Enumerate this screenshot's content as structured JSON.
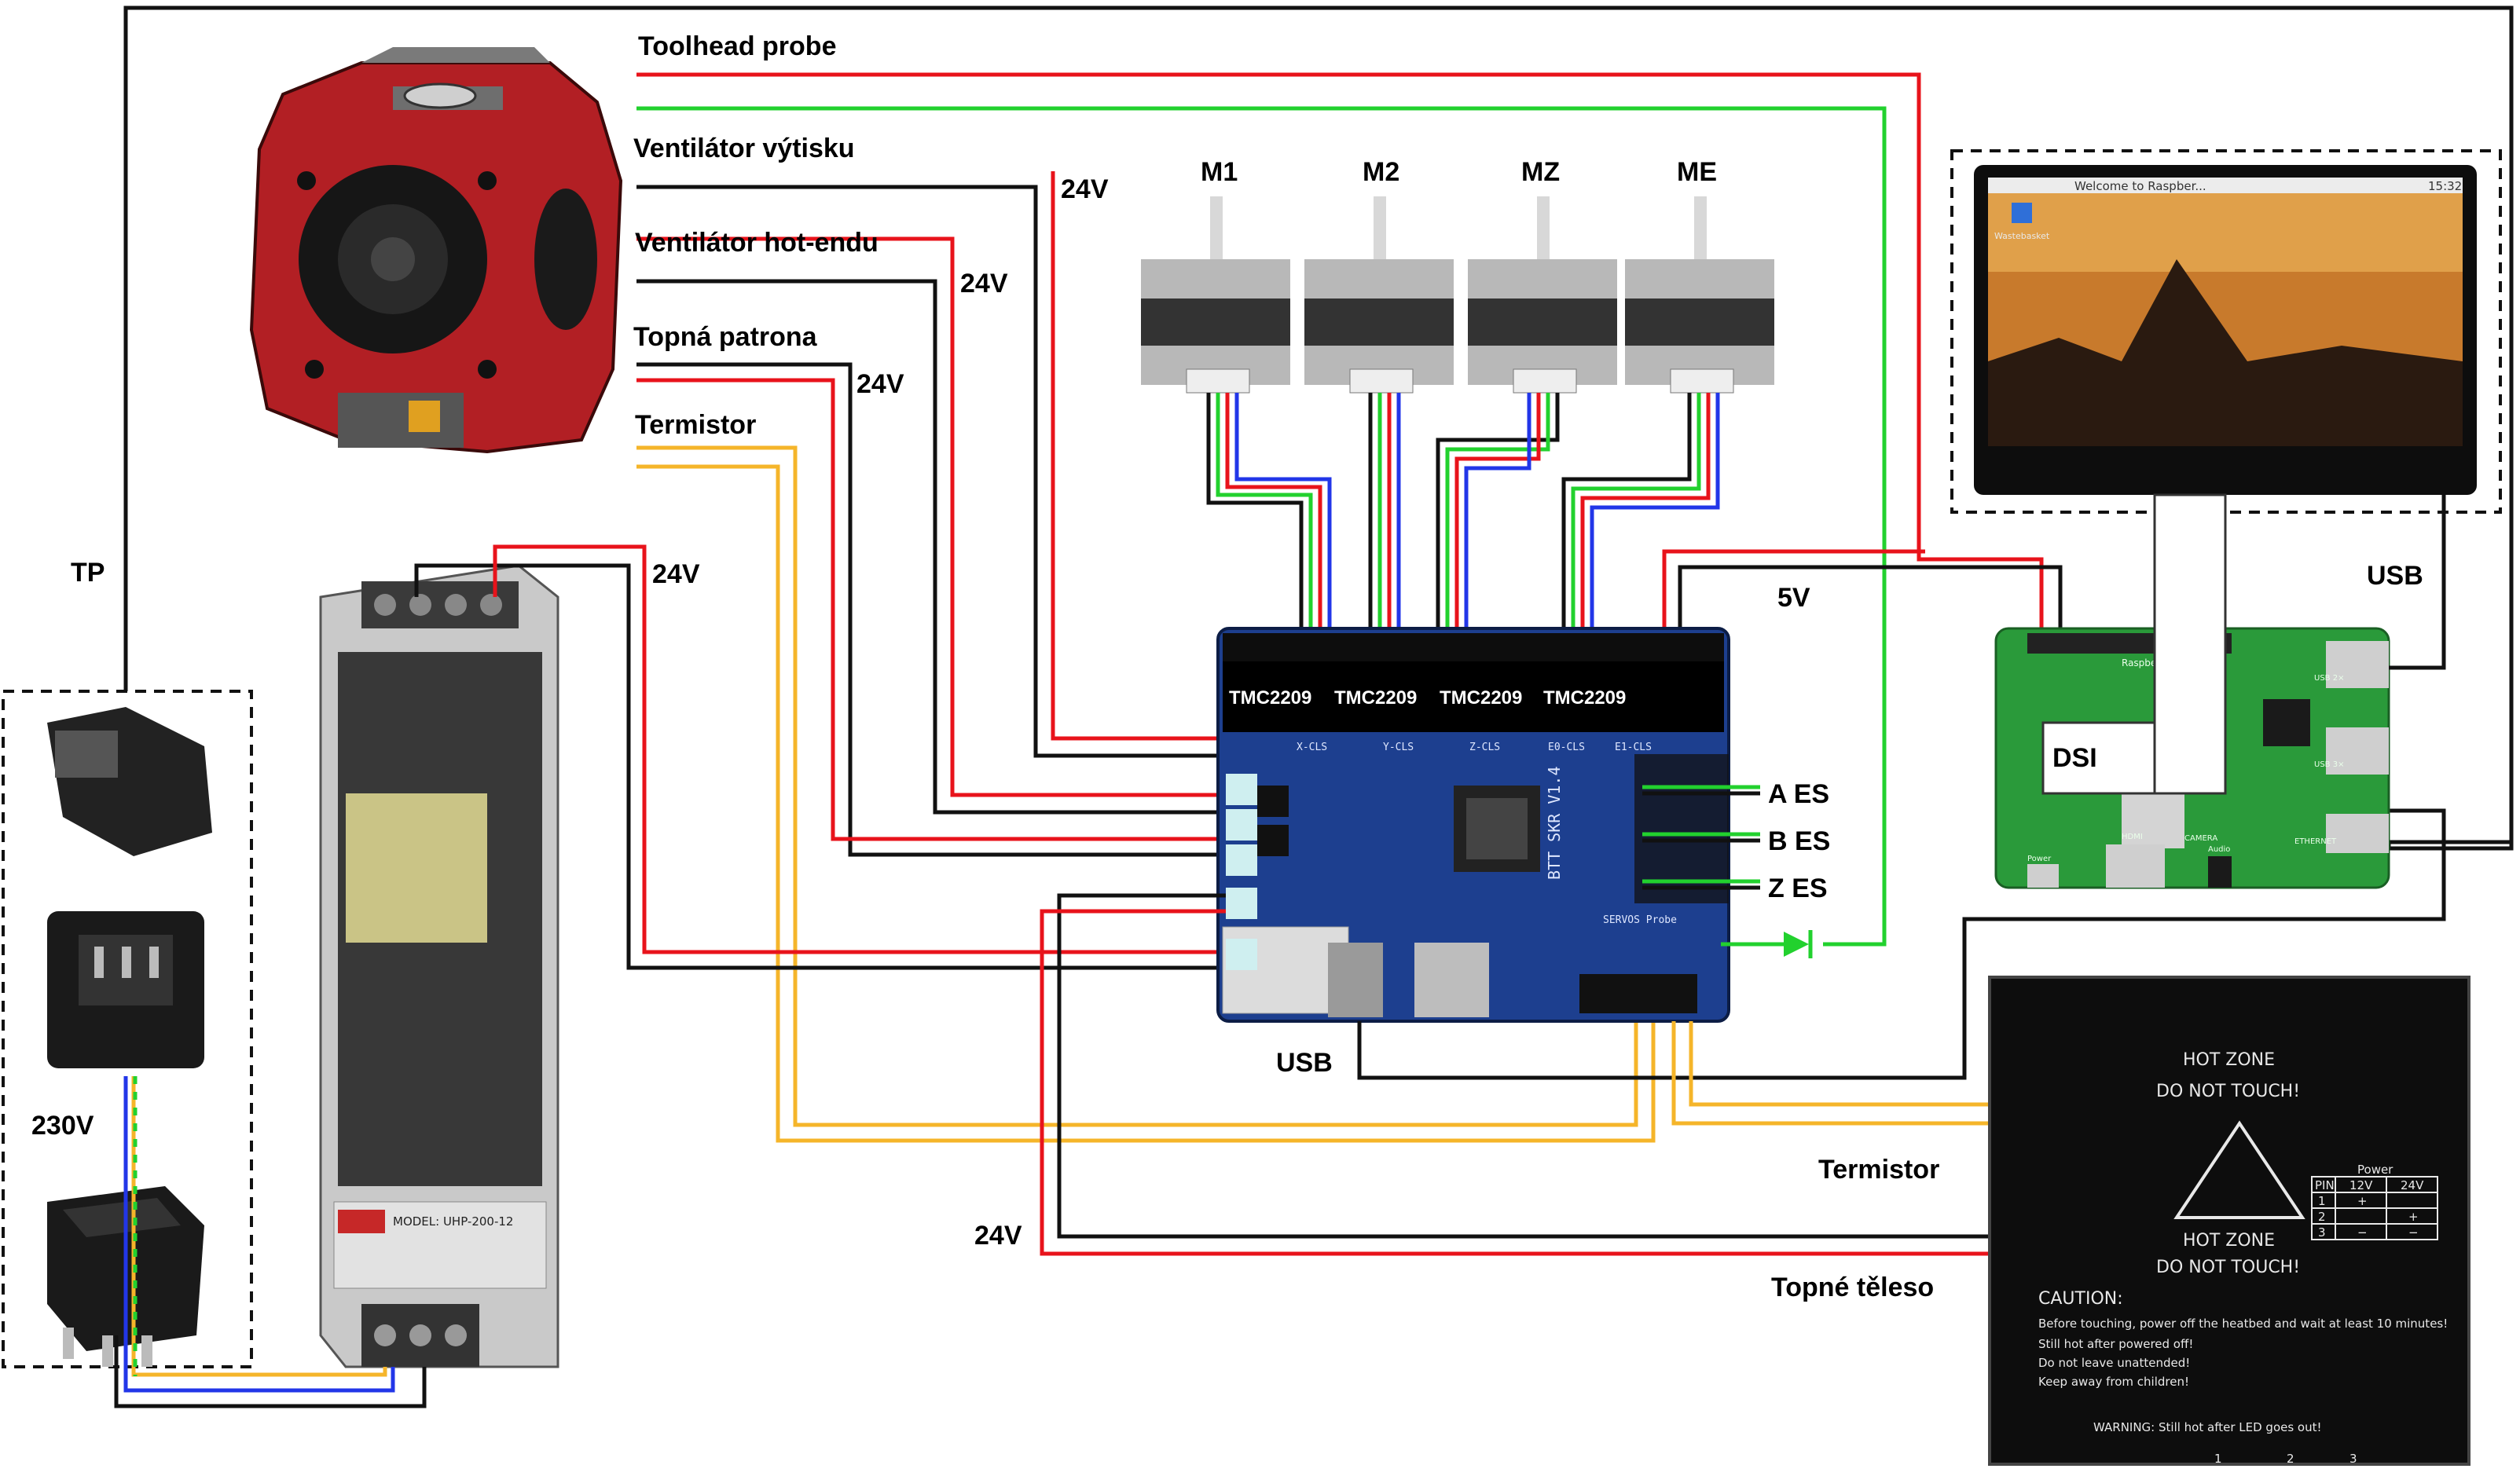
{
  "labels": {
    "toolhead_probe": "Toolhead probe",
    "part_fan": "Ventilátor výtisku",
    "hotend_fan": "Ventilátor hot-endu",
    "heater_cartridge": "Topná patrona",
    "thermistor_top": "Termistor",
    "v24_part_fan": "24V",
    "v24_hotend_fan": "24V",
    "v24_heater": "24V",
    "v24_psu": "24V",
    "v24_bed": "24V",
    "v5": "5V",
    "m1": "M1",
    "m2": "M2",
    "mz": "MZ",
    "me": "ME",
    "tp": "TP",
    "v230": "230V",
    "usb_board": "USB",
    "usb_pi": "USB",
    "dsi": "DSI",
    "a_es": "A ES",
    "b_es": "B ES",
    "z_es": "Z ES",
    "thermistor_bed": "Termistor",
    "bed_heater": "Topné těleso",
    "driver_1": "TMC2209",
    "driver_2": "TMC2209",
    "driver_3": "TMC2209",
    "driver_4": "TMC2209"
  },
  "board": {
    "name": "BTT SKR V1.4",
    "silk_xcls": "X-CLS",
    "silk_ycls": "Y-CLS",
    "silk_zcls": "Z-CLS",
    "silk_e0cls": "E0-CLS",
    "silk_e1cls": "E1-CLS",
    "silk_probe": "SERVOS  Probe"
  },
  "display": {
    "taskbar_title": "Welcome to Raspber...",
    "clock": "15:32",
    "desktop_icon": "Wastebasket"
  },
  "pi": {
    "brand": "Raspberry Pi 4",
    "usb2": "USB 2×",
    "usb3": "USB 3×",
    "hdmi": "HDMI",
    "power": "Power",
    "audio": "Audio",
    "camera": "CAMERA",
    "ethernet": "ETHERNET"
  },
  "psu": {
    "model": "MODEL: UHP-200-12"
  },
  "bed": {
    "hot1": "HOT  ZONE",
    "dont1": "DO  NOT  TOUCH!",
    "hot2": "HOT  ZONE",
    "dont2": "DO  NOT  TOUCH!",
    "caution": "CAUTION:",
    "c1": "Before touching, power off the heatbed and wait at least 10 minutes!",
    "c2": "Still hot after powered off!",
    "c3": "Do not leave unattended!",
    "c4": "Keep away from children!",
    "warning": "WARNING:  Still hot after LED goes out!",
    "power_title": "Power",
    "col_pin": "PIN",
    "col_12v": "12V",
    "col_24v": "24V",
    "r1": "1",
    "r1a": "+",
    "r1b": "",
    "r2": "2",
    "r2a": "",
    "r2b": "+",
    "r3": "3",
    "r3a": "−",
    "r3b": "−",
    "pad1": "1",
    "pad2": "2",
    "pad3": "3"
  },
  "colors": {
    "red": "#e8131b",
    "black": "#111111",
    "green": "#22d12e",
    "blue": "#2236e8",
    "yellow": "#f5b52a",
    "board_blue": "#1d3f8f",
    "pi_green": "#2a9a3a",
    "toolhead_red": "#b21f24"
  }
}
